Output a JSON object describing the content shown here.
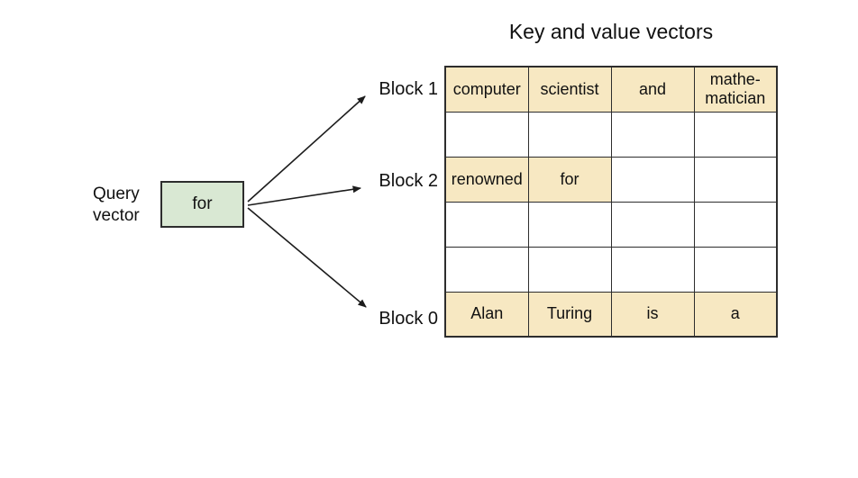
{
  "title": "Key and value vectors",
  "query_vector": {
    "label_line1": "Query",
    "label_line2": "vector",
    "value": "for"
  },
  "block_labels": {
    "block1": "Block 1",
    "block2": "Block 2",
    "block0": "Block 0"
  },
  "table": {
    "rows": [
      [
        "computer",
        "scientist",
        "and",
        "mathe-matician"
      ],
      [
        "",
        "",
        "",
        ""
      ],
      [
        "renowned",
        "for",
        "",
        ""
      ],
      [
        "",
        "",
        "",
        ""
      ],
      [
        "",
        "",
        "",
        ""
      ],
      [
        "Alan",
        "Turing",
        "is",
        "a"
      ]
    ],
    "highlighted_cells": [
      [
        0,
        0
      ],
      [
        0,
        1
      ],
      [
        0,
        2
      ],
      [
        0,
        3
      ],
      [
        2,
        0
      ],
      [
        2,
        1
      ],
      [
        5,
        0
      ],
      [
        5,
        1
      ],
      [
        5,
        2
      ],
      [
        5,
        3
      ]
    ]
  },
  "colors": {
    "cell_highlight": "#f7e8c2",
    "query_box": "#d9e8d3",
    "line": "#1c1c1c"
  }
}
